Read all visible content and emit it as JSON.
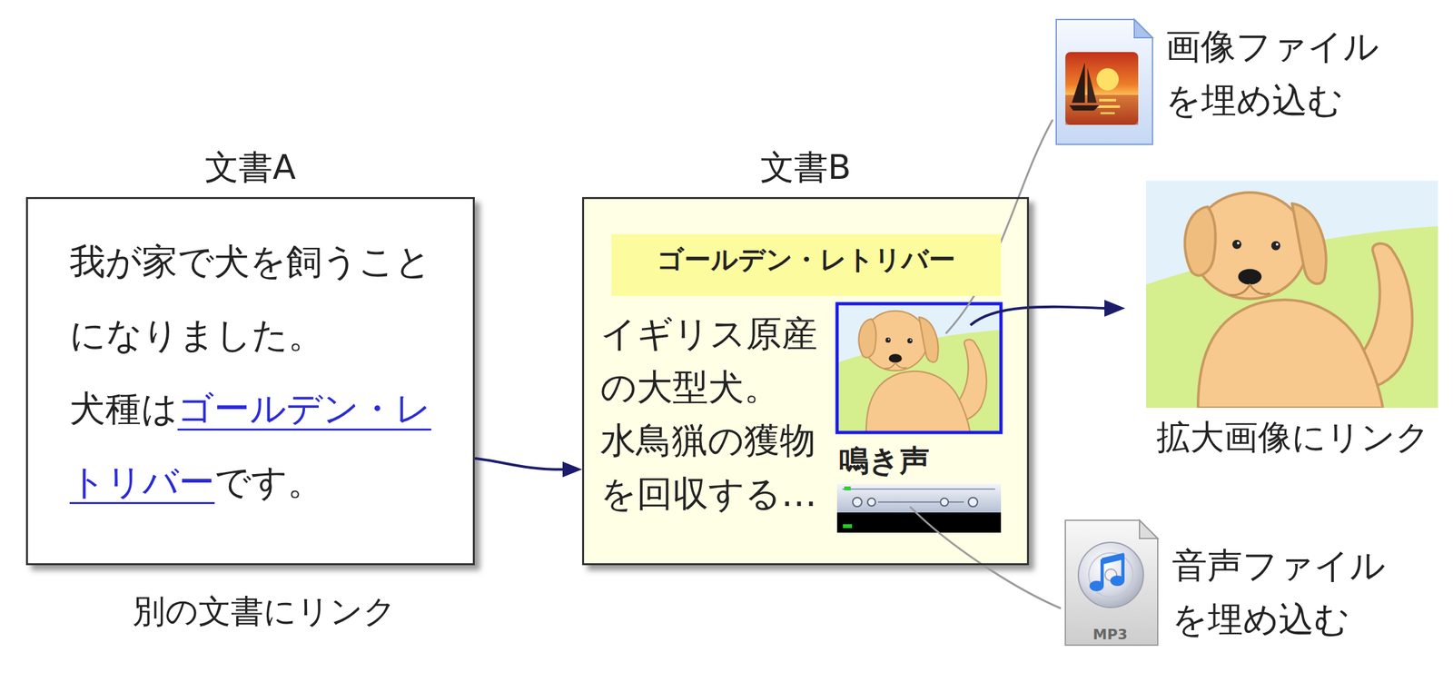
{
  "diagram": {
    "nodes": [
      {
        "text": [
          "文書A",
          "我が家で犬を飼うことになりました。",
          "犬種は",
          "ゴールデン・レトリバー",
          "です。"
        ]
      },
      {
        "text": [
          "文書B",
          "イギリス原産の大型犬。",
          "水鳥猟の獲物を回収する…",
          "鳴き声"
        ]
      },
      {
        "text": [
          "ゴールデン・レトリバー"
        ],
        "in": 1
      }
    ],
    "edges": [
      {
        "from": 0,
        "to": 1,
        "arrow": "to"
      }
    ],
    "labels": [
      "別の文書にリンク",
      "画像ファイル を埋め込む",
      "拡大画像にリンク",
      "音声ファイル を埋め込む",
      "MP3"
    ]
  }
}
